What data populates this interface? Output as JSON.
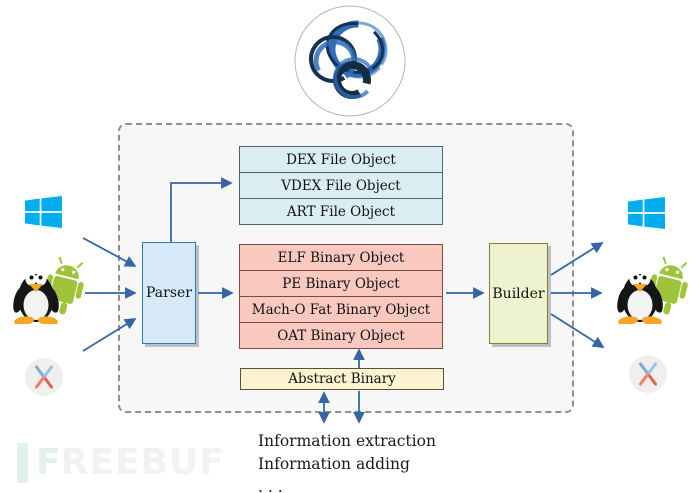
{
  "logo": {
    "name": "lief-scribble-logo"
  },
  "pipeline": {
    "parser": "Parser",
    "builder": "Builder",
    "dex_stack": [
      "DEX File Object",
      "VDEX File Object",
      "ART File Object"
    ],
    "binary_stack": [
      "ELF Binary Object",
      "PE Binary Object",
      "Mach-O Fat Binary Object",
      "OAT Binary Object"
    ],
    "abstract": "Abstract Binary"
  },
  "platforms": {
    "left": [
      "windows",
      "linux-android",
      "macos"
    ],
    "right": [
      "windows",
      "linux-android",
      "macos"
    ]
  },
  "annotations": [
    "Information extraction",
    "Information adding",
    ". . ."
  ],
  "watermark": {
    "f": "F",
    "rest": "REEBUF"
  },
  "colors": {
    "arrow": "#3465a4",
    "windows_blue": "#00adef",
    "android_green": "#9fc43c",
    "dex_fill": "#daedf3",
    "binary_fill": "#f9c9c0",
    "abstract_fill": "#fdf3d0",
    "parser_fill": "#d7eafa",
    "builder_fill": "#eef2cf"
  }
}
